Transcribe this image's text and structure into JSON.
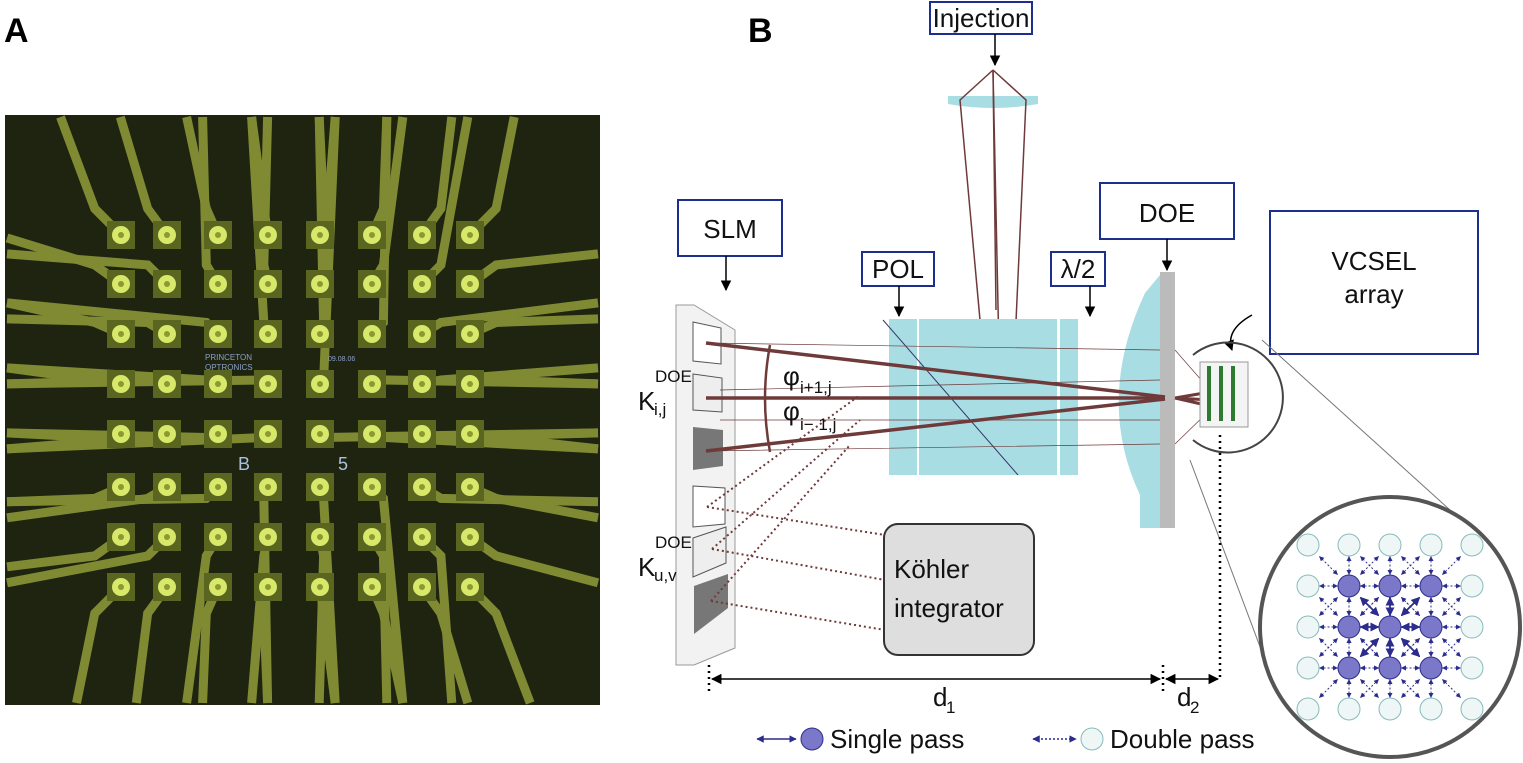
{
  "panels": {
    "a": "A",
    "b": "B"
  },
  "chip": {
    "label_line1": "PRINCETON",
    "label_line2": "OPTRONICS",
    "date": "09.08.06",
    "mark_left": "B",
    "mark_right": "5",
    "pad_rows": 8,
    "pad_cols": 8
  },
  "labels": {
    "injection": "Injection",
    "slm": "SLM",
    "pol": "POL",
    "half_wave": "λ/2",
    "doe": "DOE",
    "vcsel_line1": "VCSEL",
    "vcsel_line2": "array",
    "doe_k1_top": "DOE",
    "doe_k1": "K",
    "doe_k1_sub": "i,j",
    "doe_k2_top": "DOE",
    "doe_k2": "K",
    "doe_k2_sub": "u,v",
    "phi1": "φ",
    "phi1_sub": "i+1,j",
    "phi2": "φ",
    "phi2_sub": "i− 1,j",
    "kohler_line1": "Köhler",
    "kohler_line2": "integrator",
    "d1": "d",
    "d1_sub": "1",
    "d2": "d",
    "d2_sub": "2"
  },
  "legend": {
    "single": "Single pass",
    "double": "Double pass"
  },
  "colors": {
    "glass": "#a9dde4",
    "beam": "#6e3a3a",
    "box": "#1c2f8f",
    "node_filled": "#7b78c9",
    "node_empty": "#eef7f6",
    "chip_bg": "#1e2410",
    "trace": "#7f8a33",
    "pad": "#d8e86a"
  }
}
